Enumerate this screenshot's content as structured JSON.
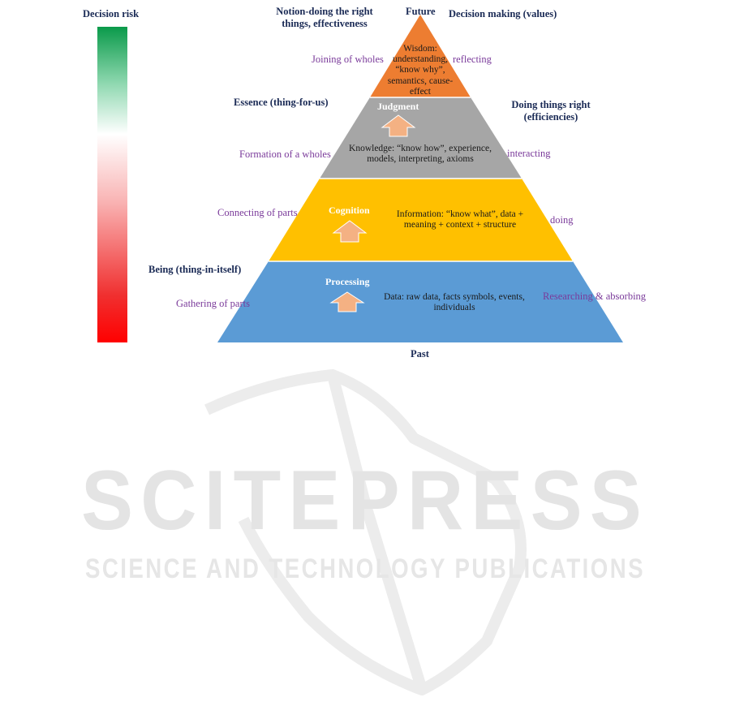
{
  "risk_bar": {
    "title": "Decision risk",
    "gradient": [
      "#0a9a4a",
      "#8fd8b0",
      "#ffffff",
      "#f9b5b5",
      "#f03030",
      "#ff0000"
    ]
  },
  "levels": [
    {
      "id": "wisdom",
      "color": "#ed7d31",
      "text": "Wisdom: understanding, “know why”, semantics, cause-effect",
      "label": ""
    },
    {
      "id": "knowledge",
      "color": "#a6a6a6",
      "text": "Knowledge: “know how”, experience, models, interpreting, axioms",
      "label": "Judgment"
    },
    {
      "id": "information",
      "color": "#ffc000",
      "text": "Information: “know what”, data + meaning + context + structure",
      "label": "Cognition"
    },
    {
      "id": "data",
      "color": "#5b9bd5",
      "text": "Data: raw data, facts symbols, events, individuals",
      "label": "Processing"
    }
  ],
  "arrow_color": "#f4b183",
  "top_labels": {
    "future": "Future",
    "notion": "Notion-doing the right things, effectiveness",
    "decision_making": "Decision making (values)",
    "past": "Past"
  },
  "side_labels": {
    "essence": "Essence (thing-for-us)",
    "doing_right": "Doing things right (efficiencies)",
    "being": "Being (thing-in-itself)"
  },
  "left_actions": [
    "Joining of wholes",
    "Formation of a wholes",
    "Connecting of parts",
    "Gathering of parts"
  ],
  "right_actions": [
    "reflecting",
    "interacting",
    "doing",
    "Researching & absorbing"
  ],
  "watermark": {
    "main": "SCITEPRESS",
    "sub": "SCIENCE AND TECHNOLOGY PUBLICATIONS",
    "color": "#e6e6e6"
  }
}
